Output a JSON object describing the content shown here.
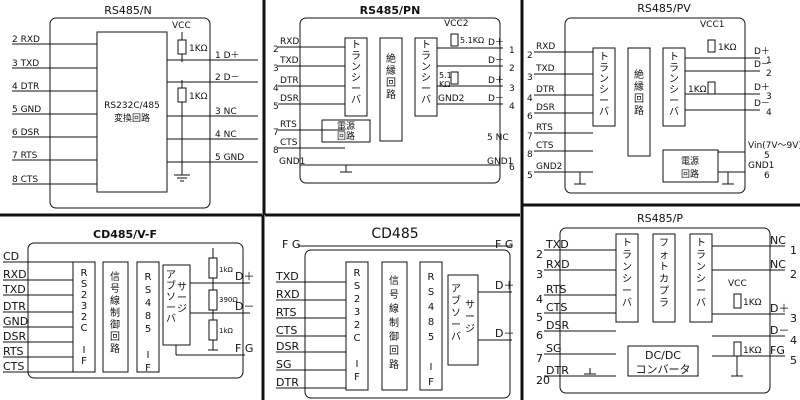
{
  "panels": {
    "rs485n": {
      "title": "RS485/N",
      "vcc": "VCC",
      "r1": "1KΩ",
      "r2": "1KΩ",
      "block": [
        "RS232C/485",
        "変換回路"
      ],
      "left": [
        {
          "num": "2",
          "name": "RXD"
        },
        {
          "num": "3",
          "name": "TXD"
        },
        {
          "num": "4",
          "name": "DTR"
        },
        {
          "num": "5",
          "name": "GND"
        },
        {
          "num": "6",
          "name": "DSR"
        },
        {
          "num": "7",
          "name": "RTS"
        },
        {
          "num": "8",
          "name": "CTS"
        }
      ],
      "right": [
        {
          "num": "1",
          "name": "D＋"
        },
        {
          "num": "2",
          "name": "D－"
        },
        {
          "num": "3",
          "name": "NC"
        },
        {
          "num": "4",
          "name": "NC"
        },
        {
          "num": "5",
          "name": "GND"
        }
      ]
    },
    "rs485pn": {
      "title": "RS485/PN",
      "vcc2": "VCC2",
      "r1": "5.1KΩ",
      "r2": [
        "5.1",
        "KΩ"
      ],
      "gnd2": "GND2",
      "gnd1": "GND1",
      "trans1": "トランシーバ",
      "iso": "絶縁回路",
      "trans2": "トランシーバ",
      "power": [
        "電源",
        "回路"
      ],
      "left": [
        {
          "num": "2",
          "name": "RXD"
        },
        {
          "num": "3",
          "name": "TXD"
        },
        {
          "num": "4",
          "name": "DTR"
        },
        {
          "num": "5",
          "name": "DSR"
        },
        {
          "num": "7",
          "name": "RTS"
        },
        {
          "num": "8",
          "name": "CTS"
        }
      ],
      "right": [
        {
          "num": "1",
          "name": "D＋"
        },
        {
          "num": "2",
          "name": "D－"
        },
        {
          "num": "3",
          "name": "D＋"
        },
        {
          "num": "4",
          "name": "D－"
        }
      ],
      "nc": "5 NC",
      "gnd1_num": "6"
    },
    "rs485pv": {
      "title": "RS485/PV",
      "vcc1": "VCC1",
      "r1": "1KΩ",
      "r2": "1KΩ",
      "trans1": "トランシーバ",
      "iso": "絶縁回路",
      "trans2": "トランシーバ",
      "power": [
        "電源",
        "回路"
      ],
      "vin": "Vin(7V～9V)",
      "vin_num": "5",
      "gnd1": "GND1",
      "gnd1_num": "6",
      "left": [
        {
          "num": "2",
          "name": "RXD"
        },
        {
          "num": "3",
          "name": "TXD"
        },
        {
          "num": "4",
          "name": "DTR"
        },
        {
          "num": "6",
          "name": "DSR"
        },
        {
          "num": "7",
          "name": "RTS"
        },
        {
          "num": "8",
          "name": "CTS"
        },
        {
          "num": "5",
          "name": "GND2"
        }
      ],
      "right": [
        {
          "num": "1",
          "name": "D＋"
        },
        {
          "num": "2",
          "name": "D－"
        },
        {
          "num": "3",
          "name": "D＋"
        },
        {
          "num": "4",
          "name": "D－"
        }
      ]
    },
    "cd485v": {
      "title": "CD485/V-F",
      "left": [
        "CD",
        "RXD",
        "TXD",
        "DTR",
        "GND",
        "DSR",
        "RTS",
        "CTS"
      ],
      "rs232": "RS232C IF",
      "signal": "信号線制御回路",
      "rs485": "RS485 IF",
      "absorber": "アブソーバ",
      "surge": "サージ",
      "r1": "1kΩ",
      "r2": "390Ω",
      "r3": "1kΩ",
      "right": [
        "D＋",
        "D－",
        "F G"
      ]
    },
    "cd485": {
      "title": "CD485",
      "fg_left": "F G",
      "fg_right": "F G",
      "left": [
        "TXD",
        "RXD",
        "RTS",
        "CTS",
        "DSR",
        "SG",
        "DTR"
      ],
      "rs232": "RS232C IF",
      "signal": "信号線制御回路",
      "rs485": "RS485 IF",
      "absorber": "アブソーバ",
      "surge": "サージ",
      "right": [
        "D＋",
        "D－"
      ]
    },
    "rs485p": {
      "title": "RS485/P",
      "trans1": "トランシーバ",
      "photo": "フォトカプラ",
      "trans2": "トランシーバ",
      "dcdc": [
        "DC/DC",
        "コンバータ"
      ],
      "vcc": "VCC",
      "r1": "1KΩ",
      "r2": "1KΩ",
      "left": [
        {
          "num": "2",
          "name": "TXD"
        },
        {
          "num": "3",
          "name": "RXD"
        },
        {
          "num": "4",
          "name": "RTS"
        },
        {
          "num": "5",
          "name": "CTS"
        },
        {
          "num": "6",
          "name": "DSR"
        },
        {
          "num": "7",
          "name": "SG"
        },
        {
          "num": "20",
          "name": "DTR"
        }
      ],
      "right": [
        {
          "num": "1",
          "name": "NC"
        },
        {
          "num": "2",
          "name": "NC"
        },
        {
          "num": "3",
          "name": "D＋"
        },
        {
          "num": "4",
          "name": "D－"
        },
        {
          "num": "5",
          "name": "FG"
        }
      ]
    }
  }
}
